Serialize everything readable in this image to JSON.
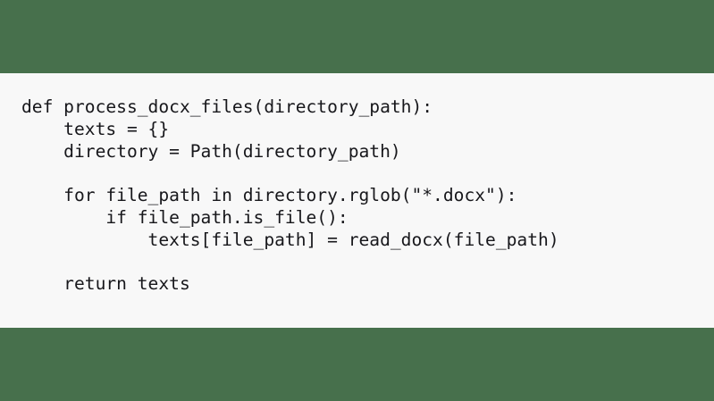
{
  "slide": {
    "background_color": "#47704c",
    "panel_background_color": "#f8f8f8",
    "code_text_color": "#17171b",
    "language": "python"
  },
  "code": {
    "lines": [
      "def process_docx_files(directory_path):",
      "    texts = {}",
      "    directory = Path(directory_path)",
      "",
      "    for file_path in directory.rglob(\"*.docx\"):",
      "        if file_path.is_file():",
      "            texts[file_path] = read_docx(file_path)",
      "",
      "    return texts"
    ]
  }
}
